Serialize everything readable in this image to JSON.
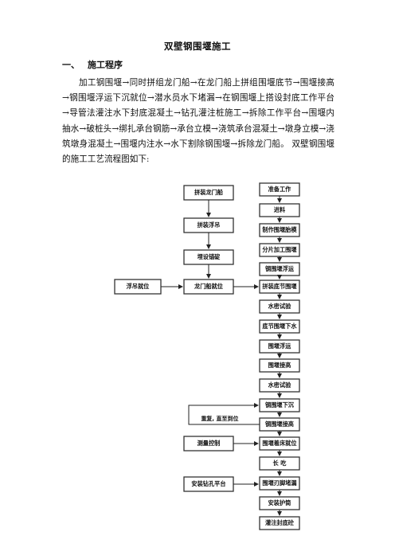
{
  "title": "双壁钢围堰施工",
  "section": {
    "number": "一、",
    "heading": "施工程序"
  },
  "paragraph": "加工钢围堰→同时拼组龙门船→在龙门船上拼组围堰底节→围堰接高→钢围堰浮运下沉就位→潜水员水下堵漏→在钢围堰上搭设封底工作平台→导管法灌注水下封底混凝土→钻孔灌注桩施工→拆除工作平台→围堰内抽水→破桩头→绑扎承台钢筋→承台立模→浇筑承台混凝土→墩身立模→浇筑墩身混凝土→围堰内注水→水下割除钢围堰→拆除龙门船。 双壁钢围堰的施工工艺流程图如下:",
  "flowchart": {
    "left_column": [
      "拼装龙门船",
      "拼装浮吊",
      "埋设锚碇",
      "龙门船就位"
    ],
    "right_column": [
      "准备工作",
      "进料",
      "制作围堰胎模",
      "分片加工围堰",
      "钢围堰浮运",
      "拼装底节围堰",
      "水密试验",
      "底节围堰下水",
      "围堰浮运",
      "围堰接高",
      "水密试验",
      "钢围堰下沉",
      "钢围堰接高",
      "围堰着床就位",
      "长 吃",
      "围堰刃脚堵漏",
      "安装护筒",
      "灌注封底砼"
    ],
    "side_boxes": {
      "float": "浮吊就位",
      "survey": "测量控制",
      "drill": "安装钻孔平台"
    },
    "loop_label": "重复, 直至到位"
  }
}
